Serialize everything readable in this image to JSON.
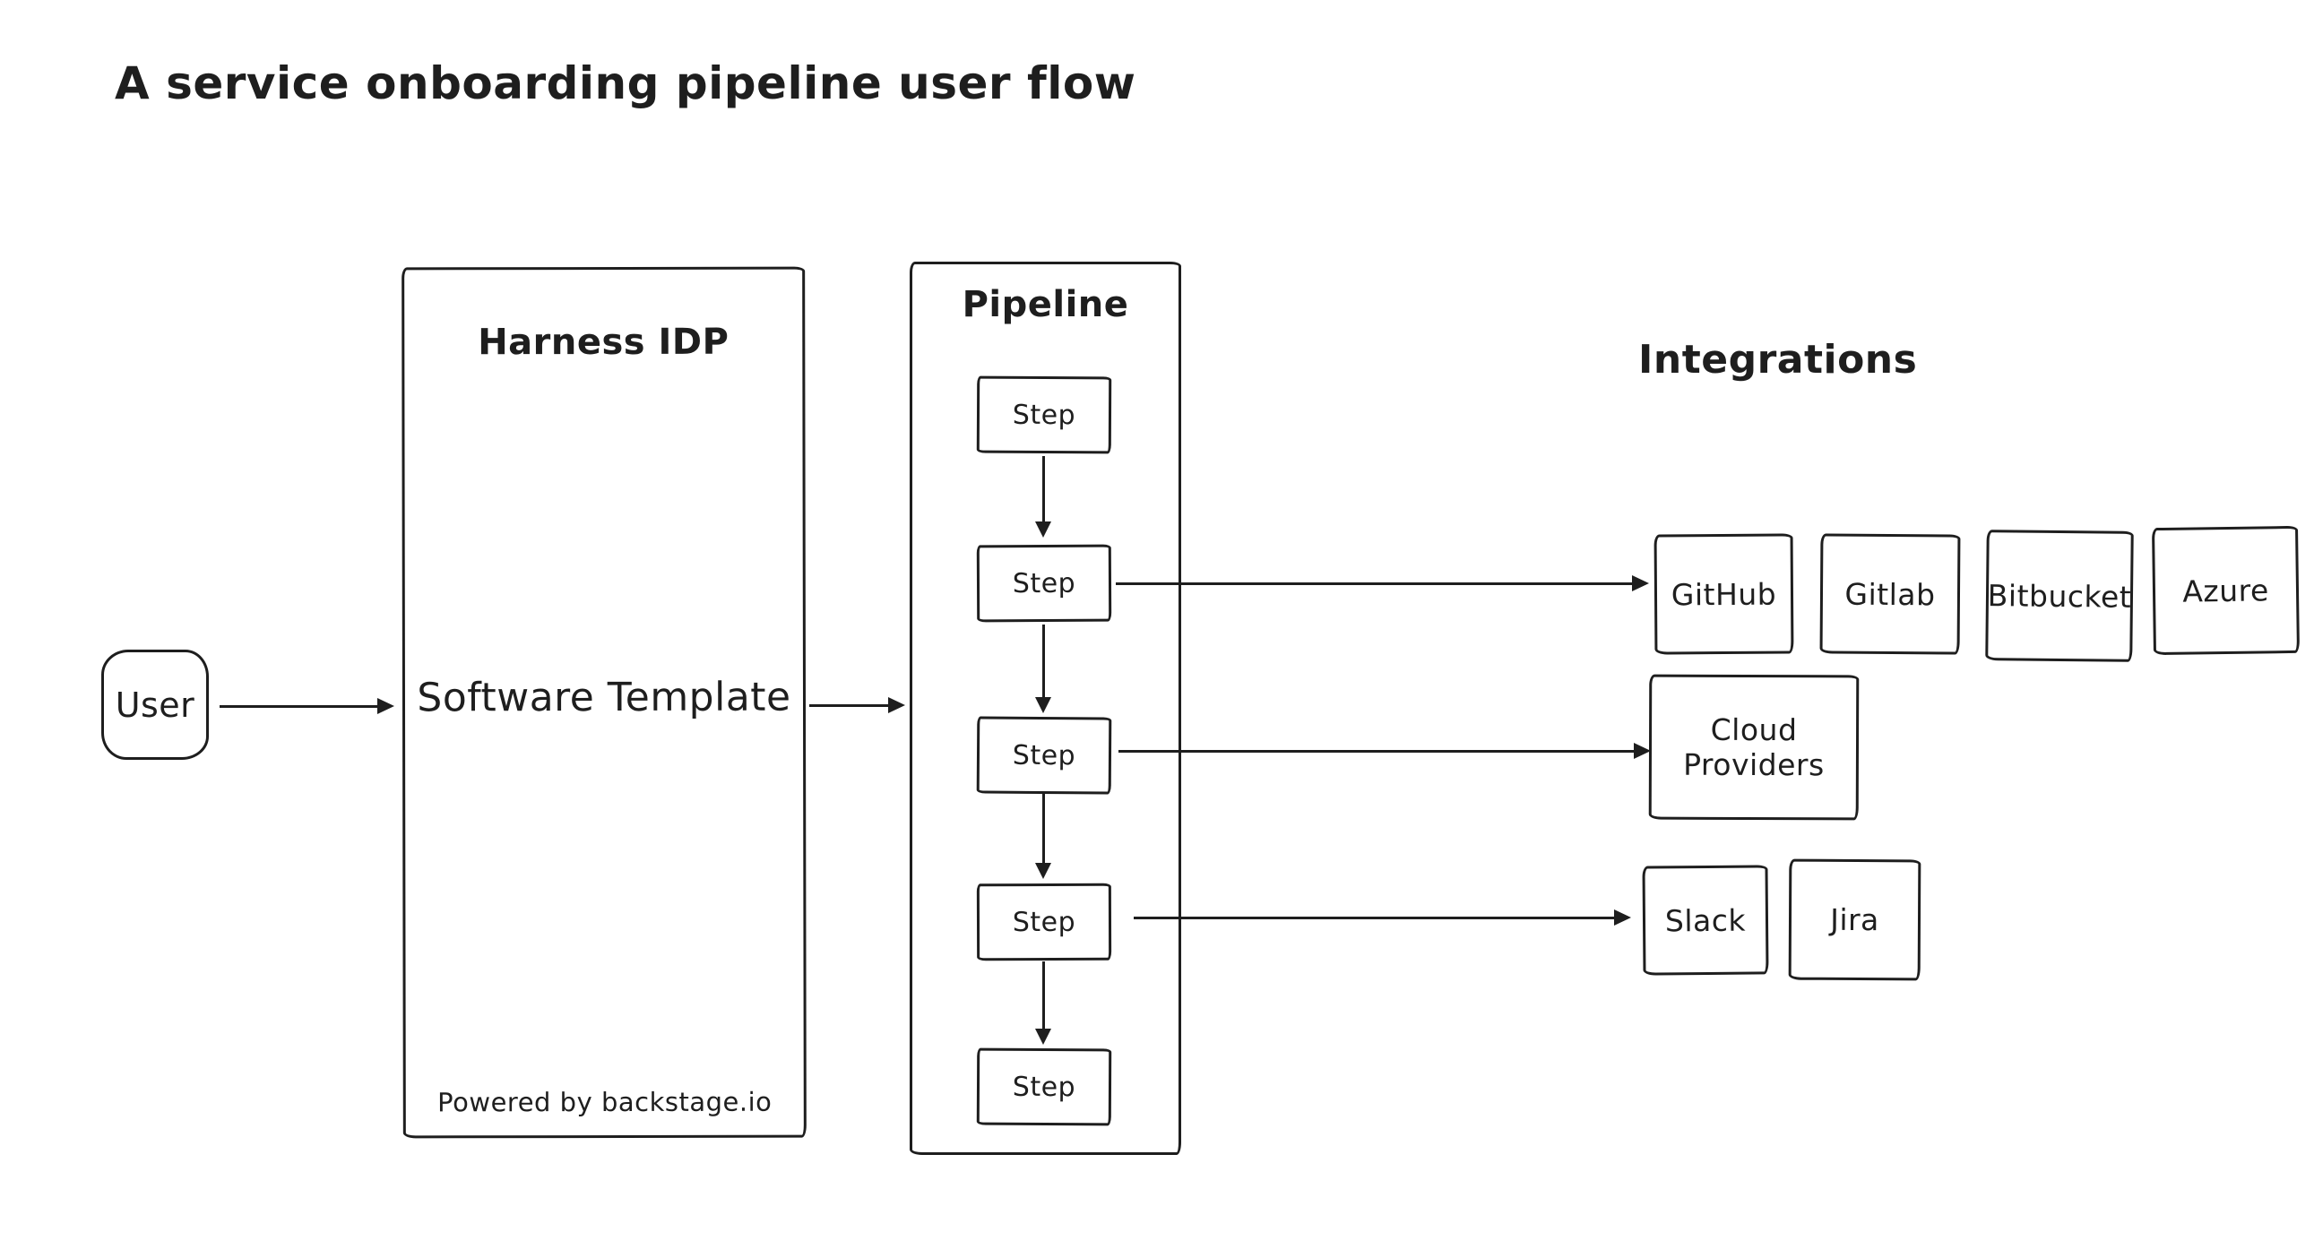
{
  "title": "A service onboarding pipeline user flow",
  "colors": {
    "stroke": "#1e1e1e",
    "background": "#ffffff"
  },
  "user_node": {
    "label": "User"
  },
  "harness": {
    "title": "Harness IDP",
    "center_label": "Software Template",
    "footer": "Powered by backstage.io"
  },
  "pipeline": {
    "title": "Pipeline",
    "steps": [
      "Step",
      "Step",
      "Step",
      "Step",
      "Step"
    ]
  },
  "integrations": {
    "heading": "Integrations",
    "scm": [
      "GitHub",
      "Gitlab",
      "Bitbucket",
      "Azure"
    ],
    "cloud": [
      "Cloud Providers"
    ],
    "collab": [
      "Slack",
      "Jira"
    ]
  },
  "edges": [
    {
      "from": "User",
      "to": "Software Template"
    },
    {
      "from": "Software Template",
      "to": "Pipeline"
    },
    {
      "from": "Step 1",
      "to": "Step 2"
    },
    {
      "from": "Step 2",
      "to": "Step 3"
    },
    {
      "from": "Step 3",
      "to": "Step 4"
    },
    {
      "from": "Step 4",
      "to": "Step 5"
    },
    {
      "from": "Step 2",
      "to": "GitHub"
    },
    {
      "from": "Step 3",
      "to": "Cloud Providers"
    },
    {
      "from": "Step 4",
      "to": "Slack"
    }
  ]
}
